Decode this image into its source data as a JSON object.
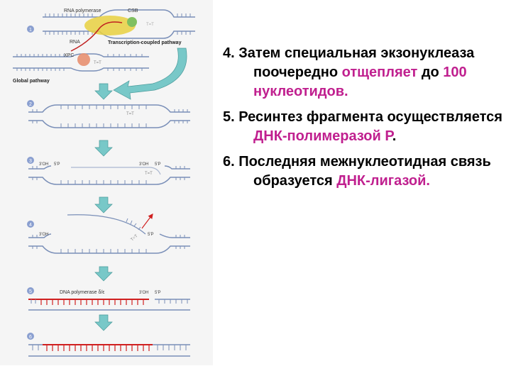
{
  "figure": {
    "labels": {
      "rna_polymerase": "RNA polymerase",
      "csb": "CSB",
      "rna": "RNA",
      "tt": "T=T",
      "xpc": "XPC",
      "transcription_coupled": "Transcription-coupled pathway",
      "global": "Global pathway",
      "oh3": "3'OH",
      "p5": "5'P",
      "oh3_left": "3'OH",
      "p5_left": "5'P",
      "dna_polymerase": "DNA polymerase δ/ε",
      "tt_rotated": "T=T"
    },
    "steps": [
      "1",
      "2",
      "3",
      "4",
      "5",
      "6"
    ]
  },
  "text": {
    "items": [
      {
        "number": "4.",
        "parts": [
          {
            "text": " Затем специальная экзонуклеаза поочередно ",
            "highlight": false
          },
          {
            "text": "отщепляет",
            "highlight": true
          },
          {
            "text": " до ",
            "highlight": false
          },
          {
            "text": "100 нуклеотидов.",
            "highlight": true
          }
        ]
      },
      {
        "number": "5.",
        "parts": [
          {
            "text": " Ресинтез фрагмента осуществляется ",
            "highlight": false
          },
          {
            "text": "ДНК-полимеразой Р",
            "highlight": true
          },
          {
            "text": ".",
            "highlight": false
          }
        ]
      },
      {
        "number": "6.",
        "parts": [
          {
            "text": " Последняя межнуклеотидная связь образуется ",
            "highlight": false
          },
          {
            "text": "ДНК-лигазой.",
            "highlight": true
          }
        ]
      }
    ]
  },
  "colors": {
    "highlight": "#c0208f",
    "dna_strand": "#7a8fb8",
    "arrow": "#78c8c8",
    "new_dna": "#d02020",
    "step_badge": "#8a9fd0",
    "rna_polymerase": "#e8d040",
    "csb": "#80c060",
    "xpc": "#e89070"
  }
}
